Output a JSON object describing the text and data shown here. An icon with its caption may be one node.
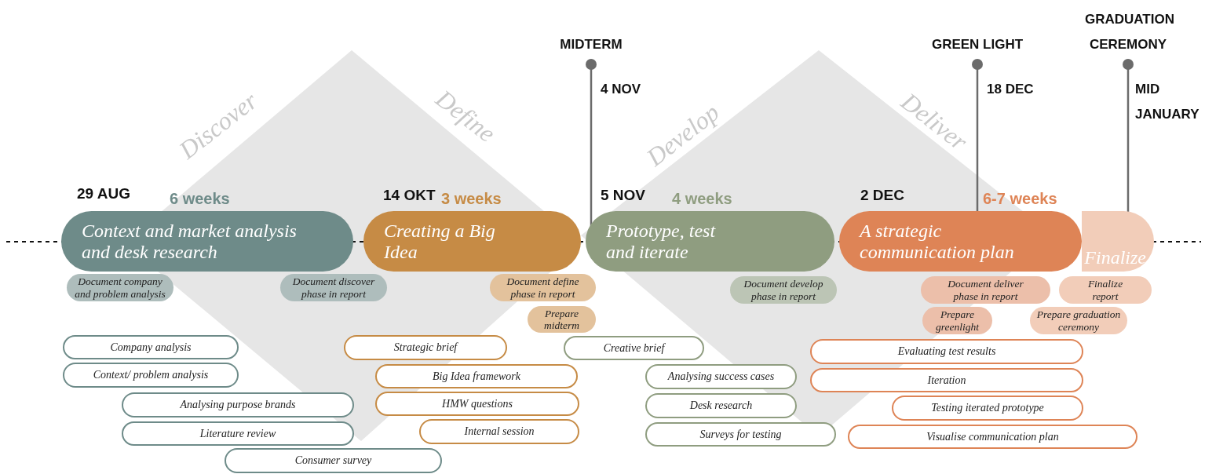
{
  "diagram": {
    "nodes": [
      {
        "text": [
          "Context and market analysis and desk research"
        ],
        "beside": [
          "29 AUG",
          "6 weeks"
        ]
      },
      {
        "text": [
          "Creating a Big Idea"
        ],
        "beside": [
          "14 OKT",
          "3 weeks"
        ]
      },
      {
        "text": [
          "Prototype, test and iterate"
        ],
        "beside": [
          "5 NOV",
          "4 weeks"
        ]
      },
      {
        "text": [
          "A strategic communication plan"
        ],
        "beside": [
          "2 DEC",
          "6-7 weeks"
        ]
      },
      {
        "text": [
          "Finalize"
        ]
      },
      {
        "text": [
          "Document company and problem analysis"
        ]
      },
      {
        "text": [
          "Document discover phase in report"
        ]
      },
      {
        "text": [
          "Document define phase in report"
        ]
      },
      {
        "text": [
          "Prepare midterm"
        ]
      },
      {
        "text": [
          "Document develop phase in report"
        ]
      },
      {
        "text": [
          "Document deliver phase in report"
        ]
      },
      {
        "text": [
          "Finalize report"
        ]
      },
      {
        "text": [
          "Prepare greenlight"
        ]
      },
      {
        "text": [
          "Prepare graduation ceremony"
        ]
      },
      {
        "text": [
          "Company analysis"
        ]
      },
      {
        "text": [
          "Context/ problem analysis"
        ]
      },
      {
        "text": [
          "Analysing purpose brands"
        ]
      },
      {
        "text": [
          "Literature review"
        ]
      },
      {
        "text": [
          "Consumer survey"
        ]
      },
      {
        "text": [
          "Strategic brief"
        ]
      },
      {
        "text": [
          "Big Idea framework"
        ]
      },
      {
        "text": [
          "HMW questions"
        ]
      },
      {
        "text": [
          "Internal session"
        ]
      },
      {
        "text": [
          "Creative brief"
        ]
      },
      {
        "text": [
          "Analysing success cases"
        ]
      },
      {
        "text": [
          "Desk research"
        ]
      },
      {
        "text": [
          "Surveys for testing"
        ]
      },
      {
        "text": [
          "Evaluating test results"
        ]
      },
      {
        "text": [
          "Iteration"
        ]
      },
      {
        "text": [
          "Testing iterated prototype"
        ]
      },
      {
        "text": [
          "Visualise communication plan"
        ]
      },
      {
        "text": [
          "MIDTERM"
        ],
        "beside": [
          "4 NOV"
        ]
      },
      {
        "text": [
          "GREEN LIGHT"
        ],
        "beside": [
          "18 DEC"
        ]
      },
      {
        "text": [
          "GRADUATION CEREMONY"
        ],
        "beside": [
          "MID JANUARY"
        ]
      }
    ],
    "edges": [
      {
        "from": 31,
        "to": 2,
        "arrow": "other"
      },
      {
        "from": 32,
        "to": 3,
        "arrow": "other"
      },
      {
        "from": 33,
        "to": 4,
        "arrow": "other"
      }
    ],
    "labels": [
      "Discover",
      "Define",
      "Develop",
      "Deliver"
    ]
  }
}
